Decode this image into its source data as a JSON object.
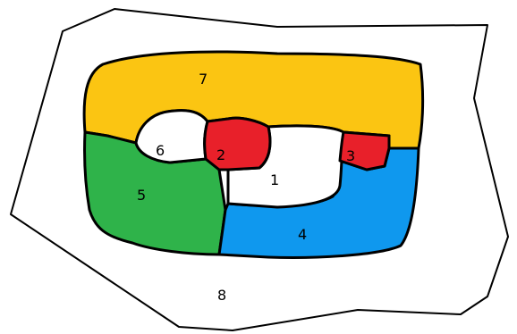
{
  "map": {
    "colors": {
      "outline": "#000000",
      "background": "#ffffff",
      "yellow": "#fbc512",
      "red": "#e8202a",
      "green": "#2fb34a",
      "blue": "#0f98ee",
      "white": "#ffffff"
    },
    "regions": [
      {
        "label": "1",
        "color": "white"
      },
      {
        "label": "2",
        "color": "red"
      },
      {
        "label": "3",
        "color": "red"
      },
      {
        "label": "4",
        "color": "blue"
      },
      {
        "label": "5",
        "color": "green"
      },
      {
        "label": "6",
        "color": "white"
      },
      {
        "label": "7",
        "color": "yellow"
      },
      {
        "label": "8",
        "color": "white"
      }
    ]
  }
}
